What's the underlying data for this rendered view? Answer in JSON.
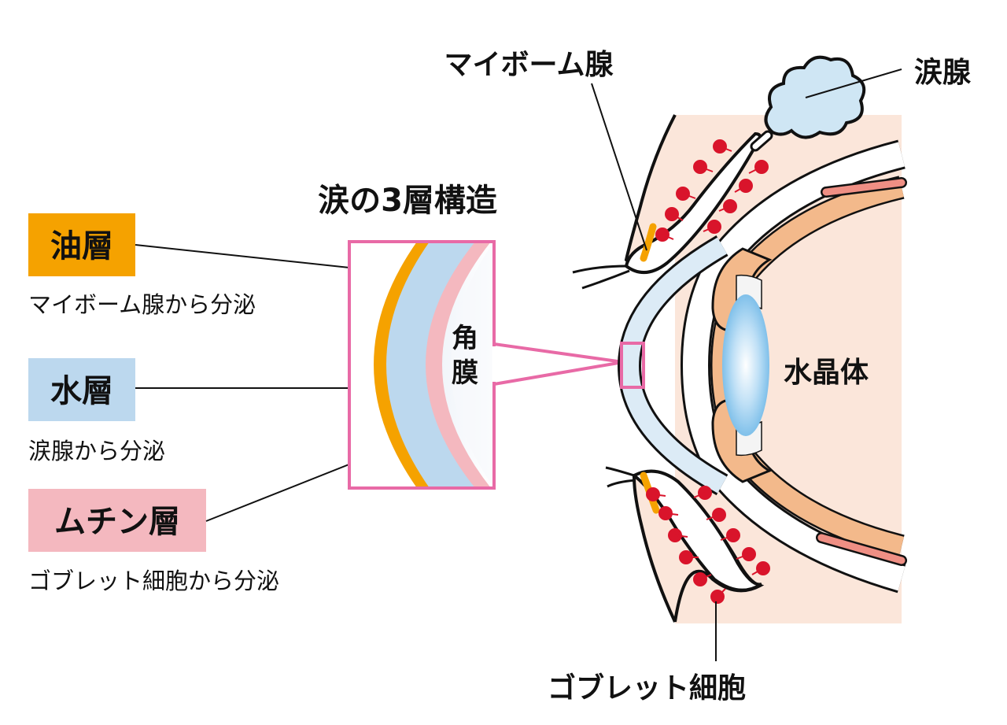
{
  "title": "涙の3層構造",
  "layers": [
    {
      "name": "油層",
      "desc": "マイボーム腺から分泌",
      "color": "#f5a200"
    },
    {
      "name": "水層",
      "desc": "涙腺から分泌",
      "color": "#bcd8ee"
    },
    {
      "name": "ムチン層",
      "desc": "ゴブレット細胞から分泌",
      "color": "#f4b8bf"
    }
  ],
  "cornea_label": [
    "角",
    "膜"
  ],
  "anatomy": {
    "meibomian_gland": "マイボーム腺",
    "lacrimal_gland": "涙腺",
    "lens": "水晶体",
    "goblet_cell": "ゴブレット細胞"
  },
  "colors": {
    "outline": "#111111",
    "pink_frame": "#e86aa6",
    "skin": "#fbe6da",
    "muscle": "#f3b98b",
    "red_dot": "#d9142b",
    "gland_blue": "#cfe6f4",
    "lens_blue": "#8ec8ee"
  }
}
